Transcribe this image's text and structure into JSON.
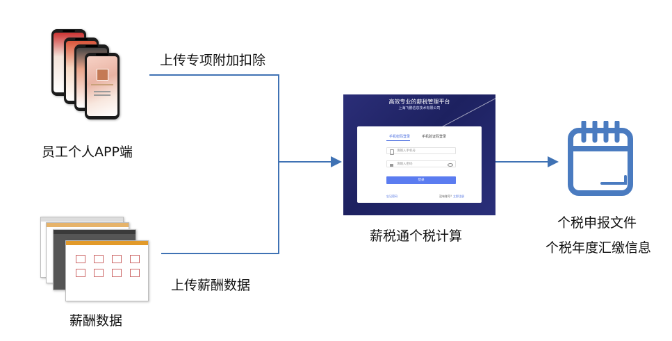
{
  "colors": {
    "arrow": "#3f72b4",
    "icon": "#4a7bc0"
  },
  "labels": {
    "upload_deduction": "上传专项附加扣除",
    "upload_salary": "上传薪酬数据",
    "employee_app": "员工个人APP端",
    "salary_data": "薪酬数据",
    "calc": "薪税通个税计算",
    "output_line1": "个税申报文件",
    "output_line2": "个税年度汇缴信息"
  },
  "platform": {
    "title": "高效专业的薪税管理平台",
    "subtitle": "上海飞鹏信息技术有限公司",
    "tab_password": "手机密码登录",
    "tab_code": "手机验证码登录",
    "phone_placeholder": "请输入手机号",
    "password_placeholder": "请输入密码",
    "login_button": "登录",
    "forgot": "忘记密码",
    "no_account": "没有账号？",
    "register": "立即注册"
  },
  "icons": {
    "calendar": "calendar-icon",
    "eye": "eye-icon",
    "phone": "phone-icon",
    "lock": "lock-icon"
  }
}
